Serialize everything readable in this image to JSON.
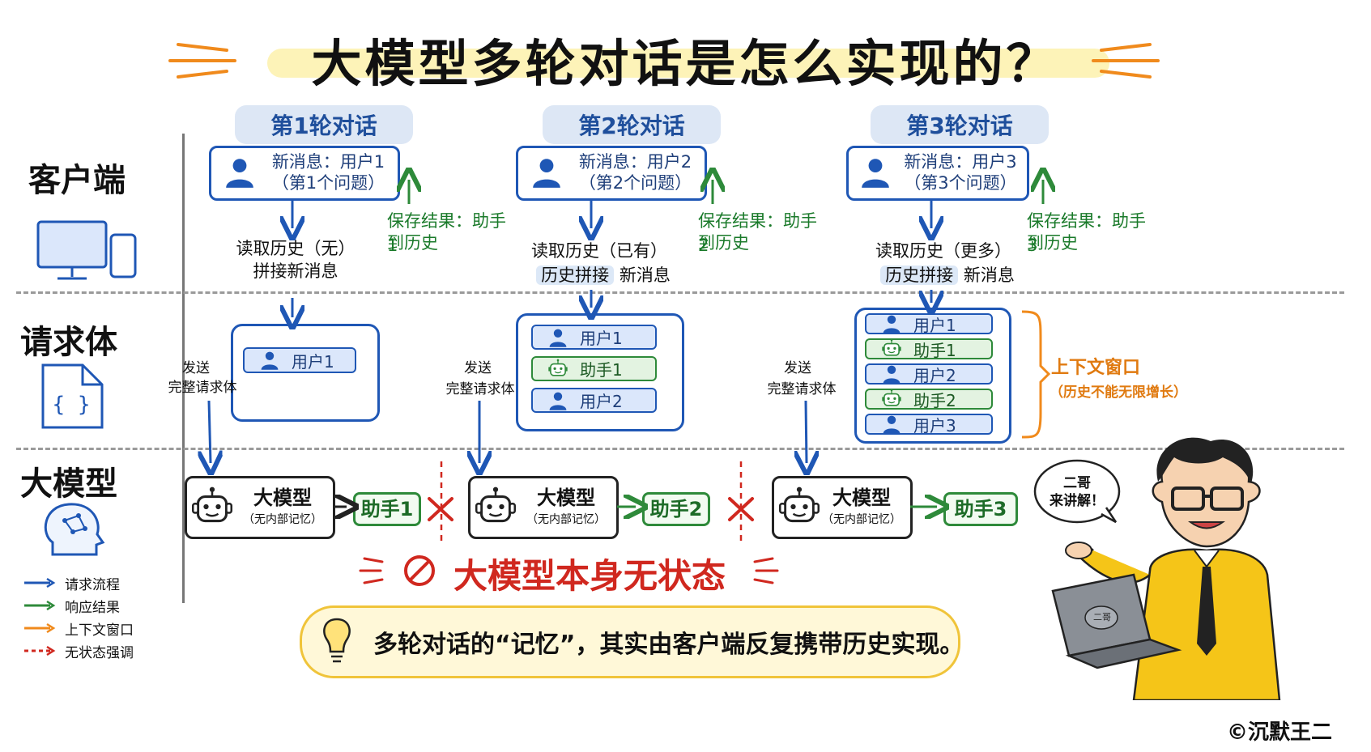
{
  "title": "大模型多轮对话是怎么实现的？",
  "rows": {
    "client": "客户端",
    "request": "请求体",
    "model": "大模型"
  },
  "rounds": [
    {
      "title": "第1轮对话",
      "msg_line1": "新消息：用户1",
      "msg_line2": "（第1个问题）",
      "save_line1": "保存结果：助手1",
      "save_line2": "到历史",
      "read_line1": "读取历史（无）",
      "read_line2": "拼接新消息",
      "send_line1": "发送",
      "send_line2": "完整请求体",
      "model_name": "大模型",
      "model_sub": "（无内部记忆）",
      "output": "助手1"
    },
    {
      "title": "第2轮对话",
      "msg_line1": "新消息：用户2",
      "msg_line2": "（第2个问题）",
      "save_line1": "保存结果：助手2",
      "save_line2": "到历史",
      "read_line1": "读取历史（已有）",
      "read_hl": "历史拼接",
      "read_tail": "新消息",
      "send_line1": "发送",
      "send_line2": "完整请求体",
      "model_name": "大模型",
      "model_sub": "（无内部记忆）",
      "output": "助手2"
    },
    {
      "title": "第3轮对话",
      "msg_line1": "新消息：用户3",
      "msg_line2": "（第3个问题）",
      "save_line1": "保存结果：助手3",
      "save_line2": "到历史",
      "read_line1": "读取历史（更多）",
      "read_hl": "历史拼接",
      "read_tail": "新消息",
      "send_line1": "发送",
      "send_line2": "完整请求体",
      "model_name": "大模型",
      "model_sub": "（无内部记忆）",
      "output": "助手3"
    }
  ],
  "req1": [
    "用户1"
  ],
  "req2": [
    "用户1",
    "助手1",
    "用户2"
  ],
  "req3": [
    "用户1",
    "助手1",
    "用户2",
    "助手2",
    "用户3"
  ],
  "context": {
    "line1": "上下文窗口",
    "line2": "（历史不能无限增长）"
  },
  "stateless": "大模型本身无状态",
  "bubble": {
    "line1": "二哥",
    "line2": "来讲解！"
  },
  "laptop_label": "二哥",
  "note": "多轮对话的“记忆”，其实由客户端反复携带历史实现。",
  "legend": [
    {
      "label": "请求流程",
      "color": "#1f57b5",
      "style": "solid"
    },
    {
      "label": "响应结果",
      "color": "#2e8a3a",
      "style": "solid"
    },
    {
      "label": "上下文窗口",
      "color": "#f08a1c",
      "style": "solid"
    },
    {
      "label": "无状态强调",
      "color": "#d0281f",
      "style": "dashed"
    }
  ],
  "copyright": "©沉默王二",
  "colors": {
    "blue": "#1f57b5",
    "green": "#2e8a3a",
    "orange": "#f08a1c",
    "red": "#d0281f",
    "yellow": "#f0c43a"
  }
}
